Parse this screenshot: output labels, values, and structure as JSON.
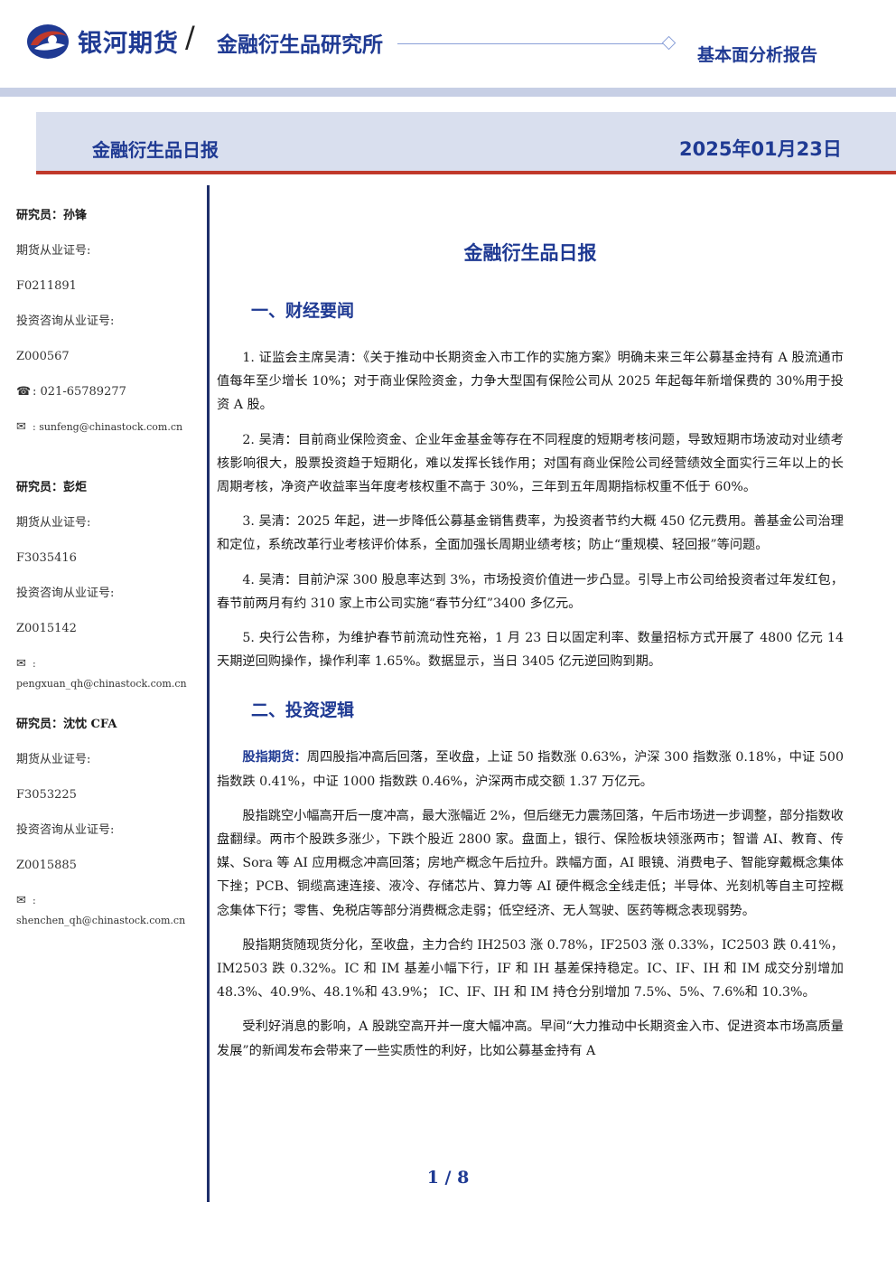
{
  "header": {
    "brand": "银河期货",
    "separator": "/",
    "institute": "金融衍生品研究所",
    "report_type": "基本面分析报告"
  },
  "titlebar": {
    "title": "金融衍生品日报",
    "date": "2025年01月23日"
  },
  "sidebar": {
    "researchers": [
      {
        "name": "研究员：孙锋",
        "futures_cert_label": "期货从业证号:",
        "futures_cert": "F0211891",
        "consult_cert_label": "投资咨询从业证号:",
        "consult_cert": "Z000567",
        "phone": "021-65789277",
        "email": "sunfeng@chinastock.com.cn"
      },
      {
        "name": "研究员：彭炬",
        "futures_cert_label": "期货从业证号:",
        "futures_cert": "F3035416",
        "consult_cert_label": "投资咨询从业证号:",
        "consult_cert": "Z0015142",
        "email": "pengxuan_qh@chinastock.com.cn"
      },
      {
        "name": "研究员：沈忱 CFA",
        "futures_cert_label": "期货从业证号:",
        "futures_cert": "F3053225",
        "consult_cert_label": "投资咨询从业证号:",
        "consult_cert": "Z0015885",
        "email": "shenchen_qh@chinastock.com.cn"
      }
    ]
  },
  "main": {
    "title": "金融衍生品日报",
    "section1": {
      "title": "一、财经要闻",
      "paragraphs": [
        "1. 证监会主席吴清：《关于推动中长期资金入市工作的实施方案》明确未来三年公募基金持有 A 股流通市值每年至少增长 10%；对于商业保险资金，力争大型国有保险公司从 2025 年起每年新增保费的 30%用于投资 A 股。",
        "2. 吴清：目前商业保险资金、企业年金基金等存在不同程度的短期考核问题，导致短期市场波动对业绩考核影响很大，股票投资趋于短期化，难以发挥长钱作用；对国有商业保险公司经营绩效全面实行三年以上的长周期考核，净资产收益率当年度考核权重不高于 30%，三年到五年周期指标权重不低于 60%。",
        "3. 吴清：2025 年起，进一步降低公募基金销售费率，为投资者节约大概 450 亿元费用。善基金公司治理和定位，系统改革行业考核评价体系，全面加强长周期业绩考核；防止“重规模、轻回报”等问题。",
        "4. 吴清：目前沪深 300 股息率达到 3%，市场投资价值进一步凸显。引导上市公司给投资者过年发红包，春节前两月有约 310 家上市公司实施“春节分红”3400 多亿元。",
        "5. 央行公告称，为维护春节前流动性充裕，1 月 23 日以固定利率、数量招标方式开展了 4800 亿元 14 天期逆回购操作，操作利率 1.65%。数据显示，当日 3405 亿元逆回购到期。"
      ]
    },
    "section2": {
      "title": "二、投资逻辑",
      "lead_label": "股指期货：",
      "lead_text": "周四股指冲高后回落，至收盘，上证 50 指数涨 0.63%，沪深 300 指数涨 0.18%，中证 500 指数跌 0.41%，中证 1000 指数跌 0.46%，沪深两市成交额 1.37 万亿元。",
      "paragraphs": [
        "股指跳空小幅高开后一度冲高，最大涨幅近 2%，但后继无力震荡回落，午后市场进一步调整，部分指数收盘翻绿。两市个股跌多涨少，下跌个股近 2800 家。盘面上，银行、保险板块领涨两市；智谱 AI、教育、传媒、Sora 等 AI 应用概念冲高回落；房地产概念午后拉升。跌幅方面，AI 眼镜、消费电子、智能穿戴概念集体下挫；PCB、铜缆高速连接、液冷、存储芯片、算力等 AI 硬件概念全线走低；半导体、光刻机等自主可控概念集体下行；零售、免税店等部分消费概念走弱；低空经济、无人驾驶、医药等概念表现弱势。",
        "股指期货随现货分化，至收盘，主力合约 IH2503 涨 0.78%，IF2503 涨 0.33%，IC2503 跌 0.41%，IM2503 跌 0.32%。IC 和 IM 基差小幅下行，IF 和 IH 基差保持稳定。IC、IF、IH 和 IM 成交分别增加 48.3%、40.9%、48.1%和 43.9%； IC、IF、IH 和 IM 持仓分别增加 7.5%、5%、7.6%和 10.3%。",
        "受利好消息的影响，A 股跳空高开并一度大幅冲高。早间“大力推动中长期资金入市、促进资本市场高质量发展”的新闻发布会带来了一些实质性的利好，比如公募基金持有 A"
      ]
    }
  },
  "footer": {
    "page": "1 / 8"
  },
  "colors": {
    "brand_blue": "#1f3a93",
    "brand_red": "#c0392b",
    "band": "#d9dfee"
  }
}
